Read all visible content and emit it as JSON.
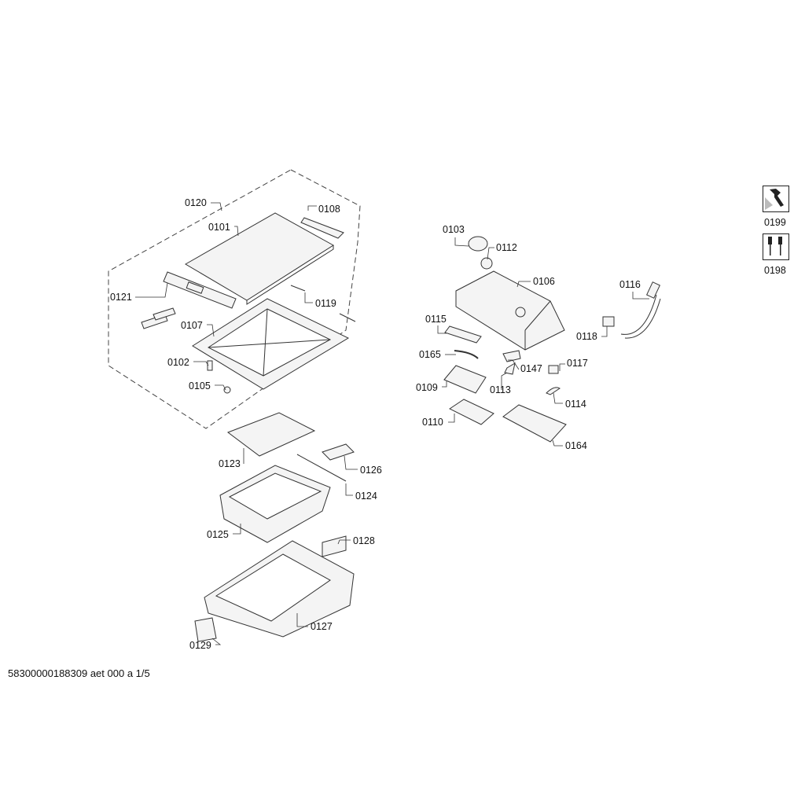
{
  "document_id": "58300000188309 aet 000 a 1/5",
  "part_labels": [
    "0120",
    "0108",
    "0101",
    "0121",
    "0119",
    "0107",
    "0102",
    "0105",
    "0123",
    "0126",
    "0124",
    "0125",
    "0128",
    "0127",
    "0129",
    "0103",
    "0112",
    "0106",
    "0116",
    "0115",
    "0118",
    "0165",
    "0147",
    "0117",
    "0109",
    "0113",
    "0114",
    "0110",
    "0164"
  ],
  "side_icons": [
    {
      "label": "0199",
      "icon": "wrench-icon"
    },
    {
      "label": "0198",
      "icon": "screwdriver-set-icon"
    }
  ],
  "colors": {
    "line": "#333333",
    "part_fill": "#f4f4f4",
    "dash": "#444444"
  }
}
